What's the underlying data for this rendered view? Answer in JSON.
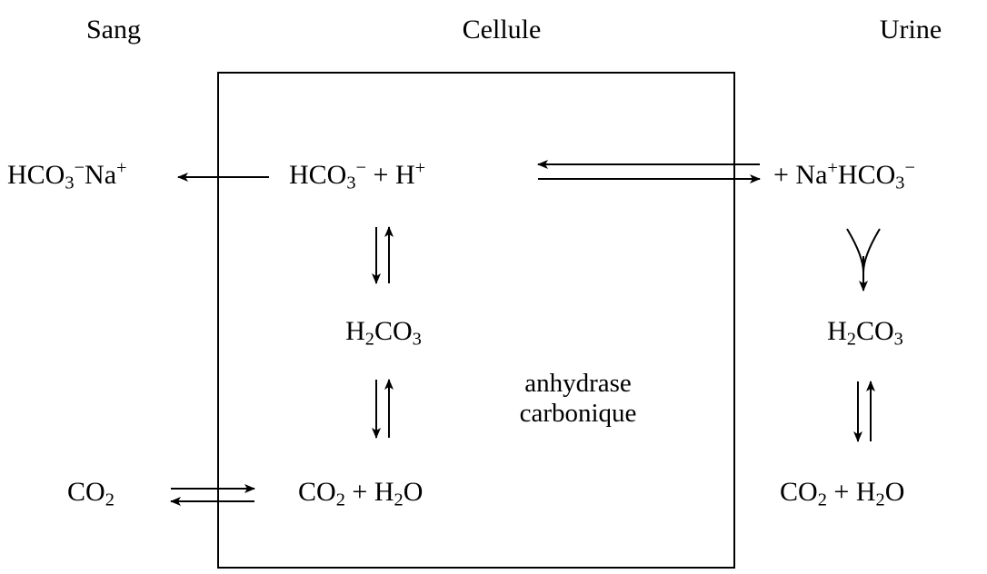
{
  "columns": {
    "blood": "Sang",
    "cell": "Cellule",
    "urine": "Urine"
  },
  "species": {
    "bicarbonate": "HCO",
    "bicarbonate_sub": "3",
    "sodium": "Na",
    "proton": "H",
    "carbonic_acid_prefix": "H",
    "carbonic_acid_h_sub": "2",
    "carbonic_acid_suffix": "CO",
    "carbonic_acid_o_sub": "3",
    "co2": "CO",
    "co2_sub": "2",
    "water_prefix": "H",
    "water_sub": "2",
    "water_suffix": "O",
    "plus": "+",
    "minus": "−"
  },
  "enzyme": {
    "line1": "anhydrase",
    "line2": "carbonique"
  }
}
